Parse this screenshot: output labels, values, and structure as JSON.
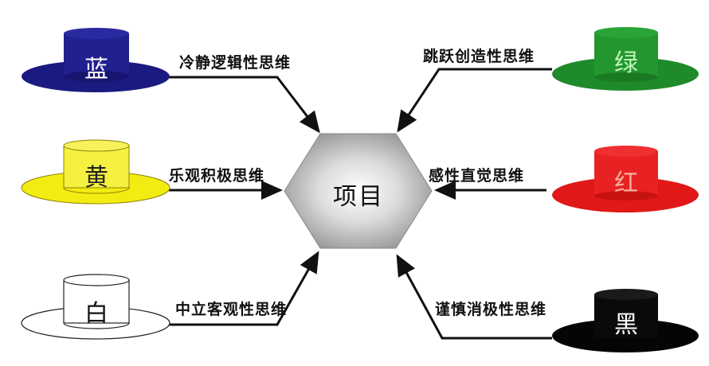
{
  "center": {
    "label": "项目",
    "shape": "hexagon",
    "fill": "#9a9a9a"
  },
  "hats": [
    {
      "id": "blue",
      "char": "蓝",
      "color": "#1a1a80",
      "text_color": "#ffffff",
      "label": "冷静逻辑性思维",
      "side": "left",
      "row": "top"
    },
    {
      "id": "yellow",
      "char": "黄",
      "color": "#f5ee1a",
      "text_color": "#222222",
      "label": "乐观积极思维",
      "side": "left",
      "row": "middle"
    },
    {
      "id": "white",
      "char": "白",
      "color": "#ffffff",
      "text_color": "#111111",
      "label": "中立客观性思维",
      "side": "left",
      "row": "bottom"
    },
    {
      "id": "green",
      "char": "绿",
      "color": "#1e8a2a",
      "text_color": "#bff5b8",
      "label": "跳跃创造性思维",
      "side": "right",
      "row": "top"
    },
    {
      "id": "red",
      "char": "红",
      "color": "#e01818",
      "text_color": "#f7b0a0",
      "label": "感性直觉思维",
      "side": "right",
      "row": "middle"
    },
    {
      "id": "black",
      "char": "黑",
      "color": "#050505",
      "text_color": "#ffffff",
      "label": "谨慎消极性思维",
      "side": "right",
      "row": "bottom"
    }
  ]
}
